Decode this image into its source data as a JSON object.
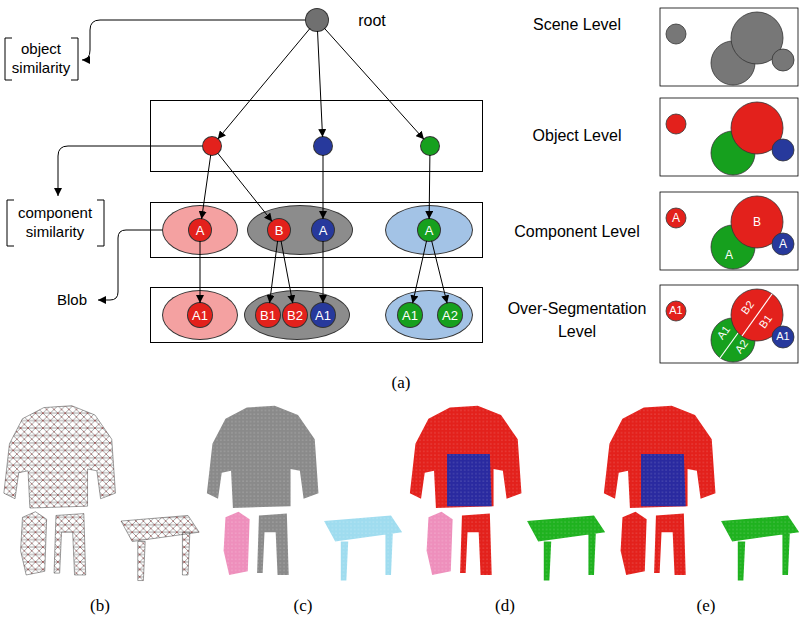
{
  "diagram": {
    "nodes": [
      {
        "text": [
          "root"
        ]
      },
      {
        "text": [
          "Object Level"
        ]
      },
      {
        "text": [],
        "in": 1
      },
      {
        "text": [],
        "in": 1
      },
      {
        "text": [],
        "in": 1
      },
      {
        "text": [
          "Component Level"
        ]
      },
      {
        "text": [],
        "in": 5
      },
      {
        "text": [
          "A"
        ],
        "in": 6
      },
      {
        "text": [],
        "in": 5
      },
      {
        "text": [
          "B"
        ],
        "in": 8
      },
      {
        "text": [
          "A"
        ],
        "in": 8
      },
      {
        "text": [],
        "in": 5
      },
      {
        "text": [
          "A"
        ],
        "in": 11
      },
      {
        "text": [
          "Over-Segmentation Level"
        ]
      },
      {
        "text": [],
        "in": 13
      },
      {
        "text": [
          "A1"
        ],
        "in": 14
      },
      {
        "text": [],
        "in": 13
      },
      {
        "text": [
          "B1"
        ],
        "in": 16
      },
      {
        "text": [
          "B2"
        ],
        "in": 16
      },
      {
        "text": [
          "A1"
        ],
        "in": 16
      },
      {
        "text": [],
        "in": 13
      },
      {
        "text": [
          "A1"
        ],
        "in": 20
      },
      {
        "text": [
          "A2"
        ],
        "in": 20
      }
    ],
    "edges": [
      {
        "from": 0,
        "to": 2,
        "arrow": "to"
      },
      {
        "from": 0,
        "to": 3,
        "arrow": "to"
      },
      {
        "from": 0,
        "to": 4,
        "arrow": "to"
      },
      {
        "from": 2,
        "to": 7,
        "arrow": "to"
      },
      {
        "from": 2,
        "to": 9,
        "arrow": "to"
      },
      {
        "from": 3,
        "to": 10,
        "arrow": "to"
      },
      {
        "from": 4,
        "to": 12,
        "arrow": "to"
      },
      {
        "from": 7,
        "to": 15,
        "arrow": "to"
      },
      {
        "from": 9,
        "to": 17,
        "arrow": "to"
      },
      {
        "from": 9,
        "to": 18,
        "arrow": "to"
      },
      {
        "from": 10,
        "to": 19,
        "arrow": "to"
      },
      {
        "from": 12,
        "to": 21,
        "arrow": "to"
      },
      {
        "from": 12,
        "to": 22,
        "arrow": "to"
      }
    ],
    "labels": [
      "object similarity",
      "component similarity",
      "Blob",
      "Scene Level",
      "A",
      "B",
      "A",
      "A",
      "A1",
      "B1",
      "B2",
      "A1",
      "A2",
      "A1",
      "(a)",
      "(b)",
      "(c)",
      "(d)",
      "(e)"
    ]
  }
}
